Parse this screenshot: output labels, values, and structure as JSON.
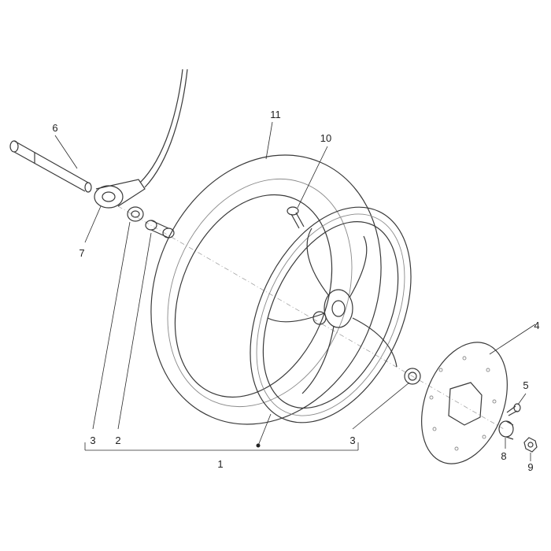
{
  "diagram": {
    "labels": {
      "assembly": "1",
      "spacer": "2",
      "bearing_left": "3",
      "bearing_right": "3",
      "brake_disc": "4",
      "screw": "5",
      "axle": "6",
      "speedo_drive": "7",
      "bushing": "8",
      "nut": "9",
      "valve": "10",
      "tire": "11"
    }
  }
}
